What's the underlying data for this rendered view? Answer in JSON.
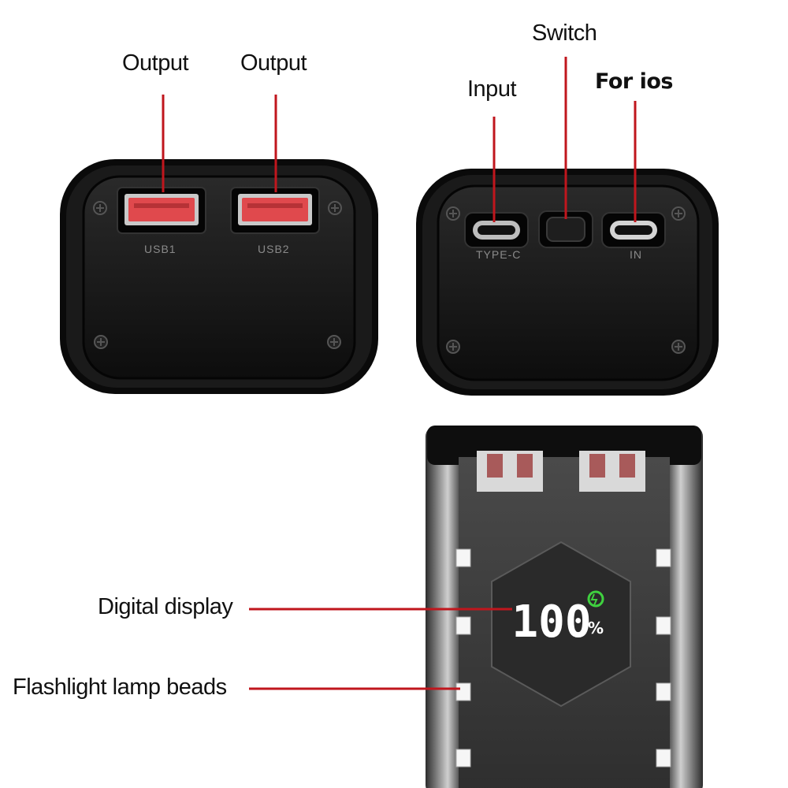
{
  "callouts": {
    "output_1": "Output",
    "output_2": "Output",
    "switch": "Switch",
    "input": "Input",
    "for_ios": "For ios",
    "digital_display": "Digital display",
    "flashlight": "Flashlight lamp beads"
  },
  "port_labels": {
    "usb1": "USB1",
    "usb2": "USB2",
    "type_c": "TYPE-C",
    "in": "IN"
  },
  "display": {
    "value": "100",
    "unit": "%"
  },
  "colors": {
    "leader_line": "#c0161d",
    "usb_port": "#e0494d",
    "display_digits": "#ffffff",
    "charge_indicator": "#3fd13f",
    "body": "#141414"
  }
}
